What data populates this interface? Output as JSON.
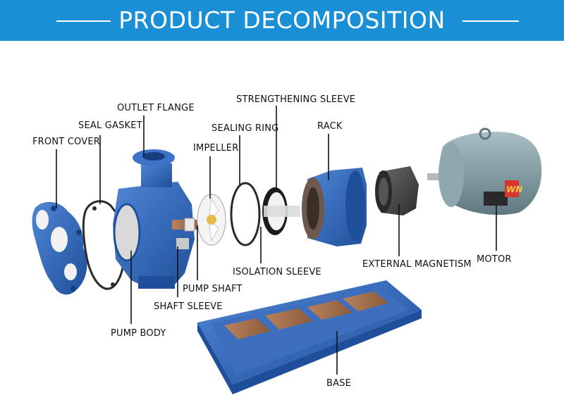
{
  "header": {
    "title": "PRODUCT DECOMPOSITION"
  },
  "colors": {
    "header_bg": "#1a8fd6",
    "pump_blue": "#2b64b8",
    "ptfe_white": "#f1f1f1",
    "motor_gray": "#7f9aa2",
    "leader": "#111111"
  },
  "labels": {
    "front_cover": "FRONT COVER",
    "seal_gasket": "SEAL GASKET",
    "outlet_flange": "OUTLET FLANGE",
    "impeller": "IMPELLER",
    "sealing_ring": "SEALING RING",
    "strengthening_sleeve": "STRENGTHENING SLEEVE",
    "rack": "RACK",
    "isolation_sleeve": "ISOLATION SLEEVE",
    "pump_shaft": "PUMP SHAFT",
    "shaft_sleeve": "SHAFT SLEEVE",
    "pump_body": "PUMP BODY",
    "external_magnetism": "EXTERNAL MAGNETISM",
    "motor": "MOTOR",
    "base": "BASE"
  },
  "motor_badge": "WN"
}
